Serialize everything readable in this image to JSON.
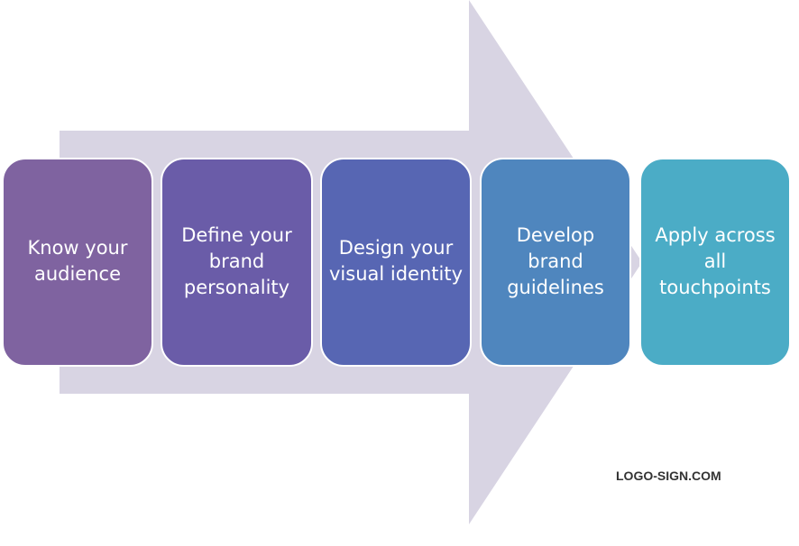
{
  "diagram": {
    "type": "process-arrow",
    "arrow_color": "#d8d4e3",
    "steps": [
      {
        "label": "Know your audience",
        "color": "#7f63a0"
      },
      {
        "label": "Define your brand personality",
        "color": "#6a5ca8"
      },
      {
        "label": "Design your visual identity",
        "color": "#5766b3"
      },
      {
        "label": "Develop brand guidelines",
        "color": "#4f86be"
      },
      {
        "label": "Apply across all touchpoints",
        "color": "#4bacc6"
      }
    ]
  },
  "watermark": "LOGO-SIGN.COM"
}
